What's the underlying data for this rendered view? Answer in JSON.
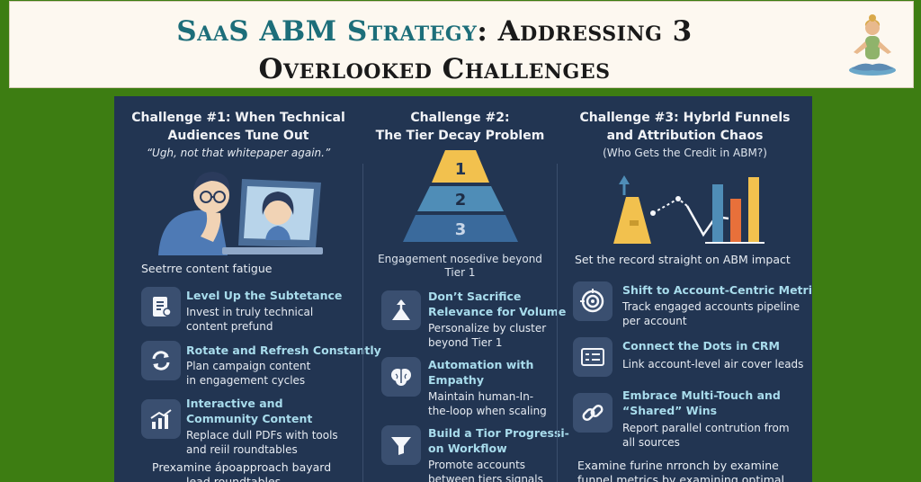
{
  "banner": {
    "title_accent": "SaaS ABM Strategy",
    "title_rest": ": Addressing 3",
    "title_line2": "Overlooked Challenges"
  },
  "col1": {
    "heading_l1": "Challenge #1: When Technical",
    "heading_l2": "Audiences Tune Out",
    "quote": "“Ugh, not that whitepaper again.”",
    "caption": "Seetrre content fatigue",
    "items": [
      {
        "title": "Level Up the Subtetance",
        "text_l1": "Invest in truly technical",
        "text_l2": "content prefund",
        "icon": "document-chart-icon"
      },
      {
        "title": "Rotate and Refresh Constantly",
        "text_l1": "Plan campaign content",
        "text_l2": "in engagement cycles",
        "icon": "refresh-icon"
      },
      {
        "title_l1": "Interactive and",
        "title_l2": "Community Content",
        "text_l1": "Replace dull PDFs with tools",
        "text_l2": "and reiil roundtables",
        "icon": "growth-chart-icon"
      }
    ],
    "footer_l1": "Prexamine ápoapproach bayard",
    "footer_l2": "lead roundtables"
  },
  "col2": {
    "heading_l1": "Challenge #2:",
    "heading_l2": "The Tier Decay Problem",
    "pyramid": [
      "1",
      "2",
      "3"
    ],
    "caption_l1": "Engagement nosedive beyond",
    "caption_l2": "Tier 1",
    "items": [
      {
        "title_l1": "Don’t Sacrifice",
        "title_l2": "Relevance for Volume",
        "text_l1": "Personalize by cluster",
        "text_l2": "beyond Tier 1",
        "icon": "pyramid-arrow-icon"
      },
      {
        "title_l1": "Automation with",
        "title_l2": "Empathy",
        "text_l1": "Maintain human-In-",
        "text_l2": "the-loop when scaling",
        "icon": "brain-icon"
      },
      {
        "title_l1": "Build a Tior Progressi-",
        "title_l2": "on Workflow",
        "text_l1": "Promote accounts",
        "text_l2": "between tiers signals",
        "icon": "funnel-icon"
      }
    ]
  },
  "col3": {
    "heading_l1": "Challenge #3: Hybrld Funnels",
    "heading_l2": "and Attribution Chaos",
    "subheading": "(Who Gets the Credit in ABM?)",
    "caption": "Set the record straight on ABM impact",
    "items": [
      {
        "title": "Shift to Account-Centric Metrics",
        "text_l1": "Track engaged accounts  pipeline",
        "text_l2": "per account",
        "icon": "target-icon"
      },
      {
        "title": "Connect the Dots in CRM",
        "text_l1": "Link account-level air cover leads",
        "icon": "crm-card-icon"
      },
      {
        "title_l1": "Embrace Multi-Touch and",
        "title_l2": "“Shared” Wins",
        "text_l1": "Report parallel contrution from",
        "text_l2": "all sources",
        "icon": "link-icon"
      }
    ],
    "footer_l1": "Examine furine nrronch by examine",
    "footer_l2": "funnel metrics by examining optimal"
  },
  "colors": {
    "background": "#3d7d12",
    "panel": "#223552",
    "accent_title": "#1d6e7a",
    "item_title": "#a8dcec",
    "pyramid": [
      "#f2c14e",
      "#4f8db7",
      "#3a6a9c"
    ]
  }
}
